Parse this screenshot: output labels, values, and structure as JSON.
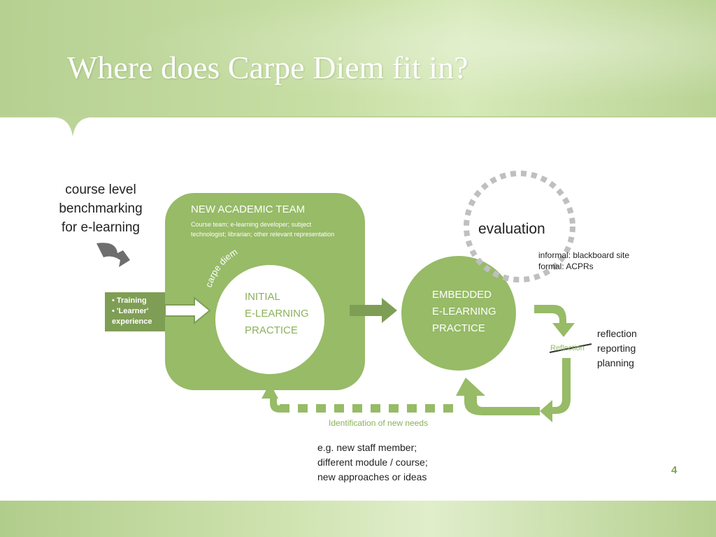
{
  "slide": {
    "title": "Where does Carpe Diem fit in?",
    "page_number": "4"
  },
  "diagram": {
    "benchmark_text": [
      "course level",
      "benchmarking",
      "for e-learning"
    ],
    "team_title": "NEW ACADEMIC TEAM",
    "team_desc": [
      "Course team; e-learning developer; subject",
      "technologist; librarian; other relevant representation"
    ],
    "carpe_diem_label": "carpe diem",
    "training_items": [
      "• Training",
      "• 'Learner'",
      "experience"
    ],
    "initial_practice": [
      "INITIAL",
      "E-LEARNING",
      "PRACTICE"
    ],
    "embedded_practice": [
      "EMBEDDED",
      "E-LEARNING",
      "PRACTICE"
    ],
    "evaluation_label": "evaluation",
    "evaluation_notes": [
      "informal: blackboard site",
      "formal: ACPRs"
    ],
    "reflection_struck": "Reflection",
    "reflection_items": [
      "reflection",
      "reporting",
      "planning"
    ],
    "identification_label": "Identification of new needs",
    "examples": [
      "e.g. new staff member;",
      "different module / course;",
      "new approaches or ideas"
    ]
  },
  "colors": {
    "green": "#97bb67",
    "dark_green": "#7f9e55",
    "header_text": "#ffffff"
  }
}
